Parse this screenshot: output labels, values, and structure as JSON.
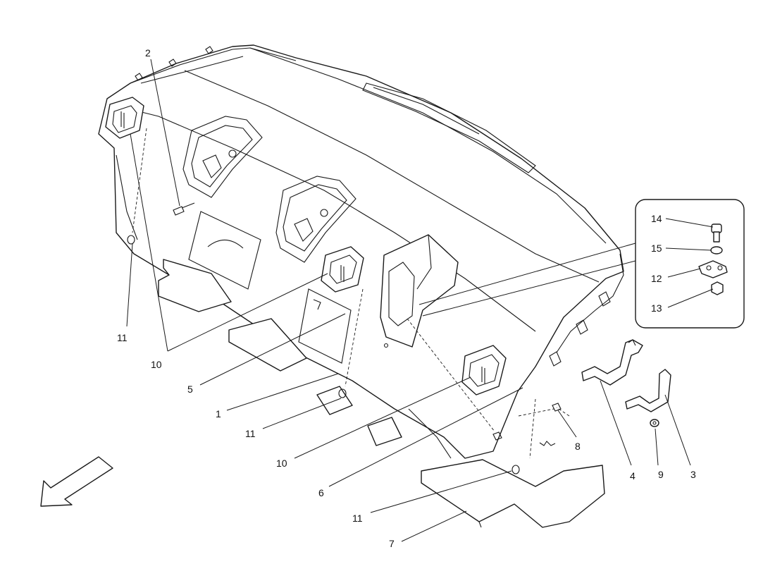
{
  "callouts": {
    "c14": "14",
    "c15": "15",
    "c12": "12",
    "c13": "13",
    "c2": "2",
    "c11a": "11",
    "c10a": "10",
    "c5": "5",
    "c1": "1",
    "c11b": "11",
    "c10b": "10",
    "c6": "6",
    "c11c": "11",
    "c7": "7",
    "c8": "8",
    "c4": "4",
    "c9": "9",
    "c3": "3"
  },
  "direction_arrow_icon": "front-direction-arrow-icon"
}
